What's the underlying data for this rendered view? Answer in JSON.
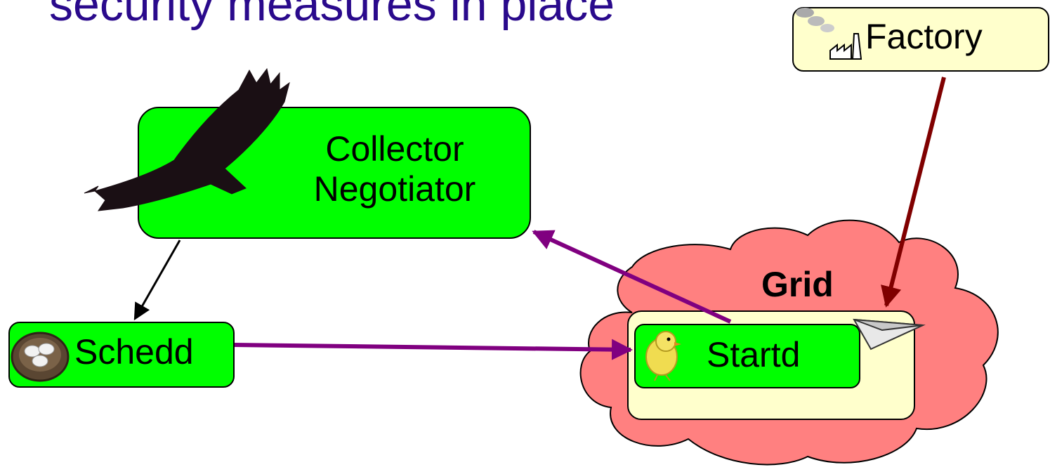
{
  "title": "security measures in place",
  "nodes": {
    "collector": {
      "line1": "Collector",
      "line2": "Negotiator"
    },
    "schedd": {
      "label": "Schedd"
    },
    "startd": {
      "label": "Startd"
    },
    "factory": {
      "label": "Factory"
    },
    "grid": {
      "label": "Grid"
    }
  },
  "colors": {
    "title": "#2a0a8c",
    "node_green": "#00ff00",
    "pale_yellow": "#ffffcc",
    "grid_cloud": "#ff8080",
    "arrow_purple": "#800080",
    "arrow_darkred": "#800000",
    "arrow_black": "#000000"
  },
  "icons": [
    "vulture-icon",
    "nest-eggs-icon",
    "chick-icon",
    "factory-icon",
    "smoke-icon",
    "paper-plane-icon"
  ]
}
